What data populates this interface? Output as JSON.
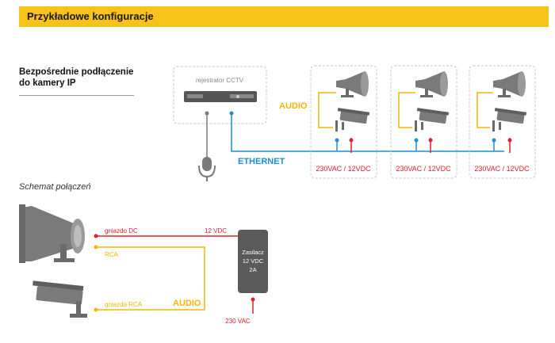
{
  "header": {
    "title": "Przykładowe konfiguracje"
  },
  "section": {
    "title_line1": "Bezpośrednie podłączenie",
    "title_line2": "do kamery IP"
  },
  "top_diagram": {
    "recorder_label": "rejestrator CCTV",
    "audio_label": "AUDIO",
    "ethernet_label": "ETHERNET",
    "power_labels": [
      "230VAC / 12VDC",
      "230VAC / 12VDC",
      "230VAC / 12VDC"
    ]
  },
  "schema": {
    "title": "Schemat połączeń",
    "dc_socket_label": "gniazdo DC",
    "rca_label": "RCA",
    "rca_socket_label": "gniazdo RCA",
    "vdc_label": "12 VDC",
    "audio_label": "AUDIO",
    "psu_lines": [
      "Zasilacz",
      "12 VDC",
      "2A"
    ],
    "vac_label": "230 VAC"
  },
  "colors": {
    "accent": "#f7c21a",
    "ethernet": "#1a8fd6",
    "power": "#e0202a",
    "audio": "#f2b705",
    "device": "#7a7a7a"
  }
}
